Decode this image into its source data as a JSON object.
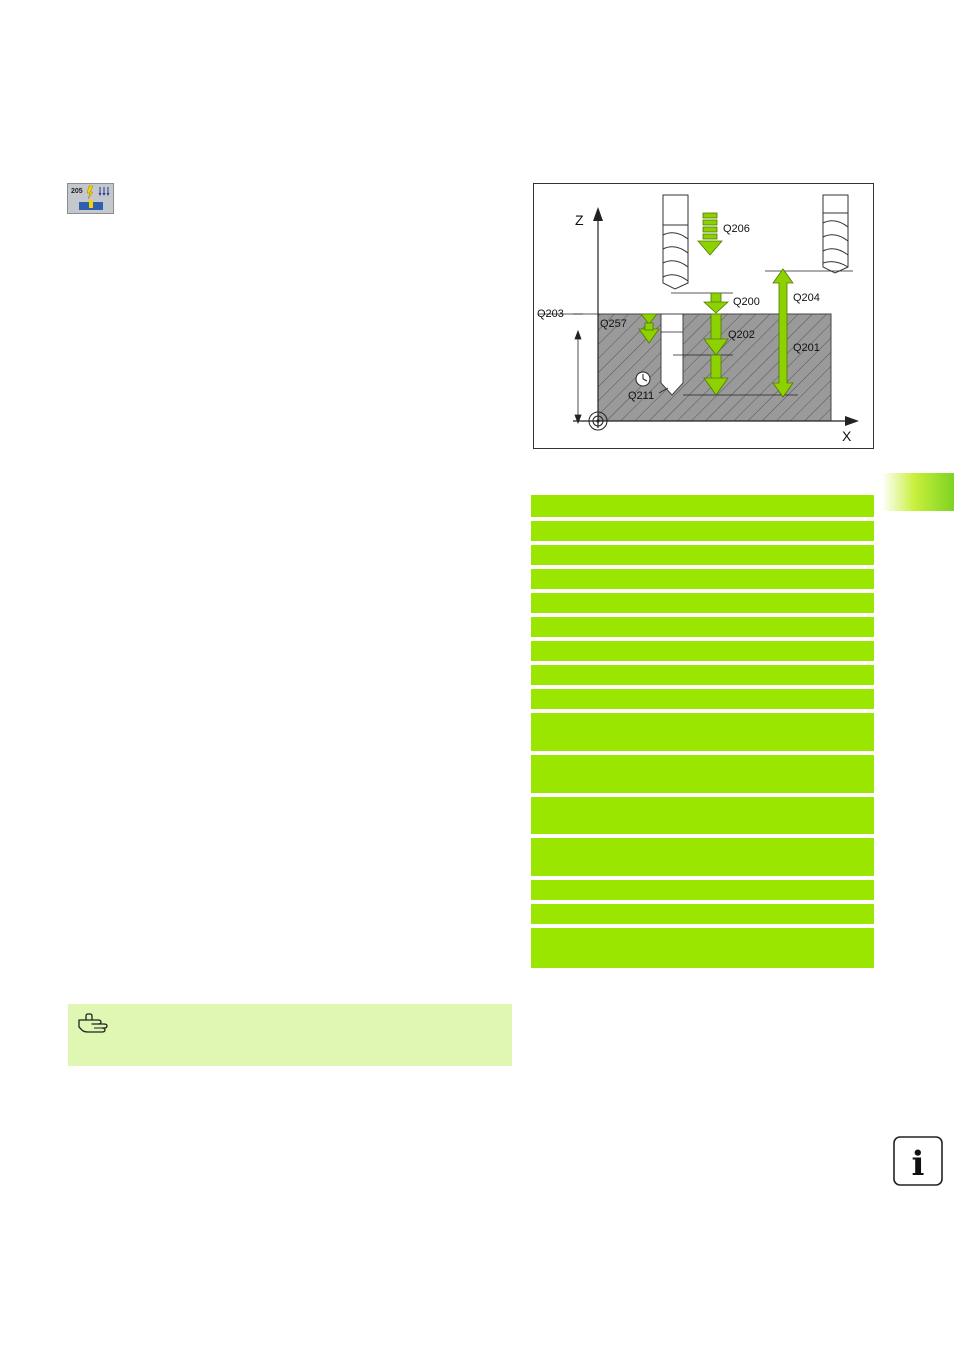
{
  "cycle_icon": {
    "number": "205"
  },
  "diagram": {
    "axis_z": "Z",
    "axis_x": "X",
    "labels": {
      "q206": "Q206",
      "q200": "Q200",
      "q204": "Q204",
      "q203": "Q203",
      "q257": "Q257",
      "q202": "Q202",
      "q201": "Q201",
      "q211": "Q211"
    }
  },
  "table": {
    "row_count": 16
  },
  "info_icon": {
    "glyph": "i"
  },
  "colors": {
    "table_green": "#9ae600",
    "note_bg": "#dff7b2",
    "arrow_green": "#8ed100",
    "workpiece_gray": "#9a9a9a"
  }
}
